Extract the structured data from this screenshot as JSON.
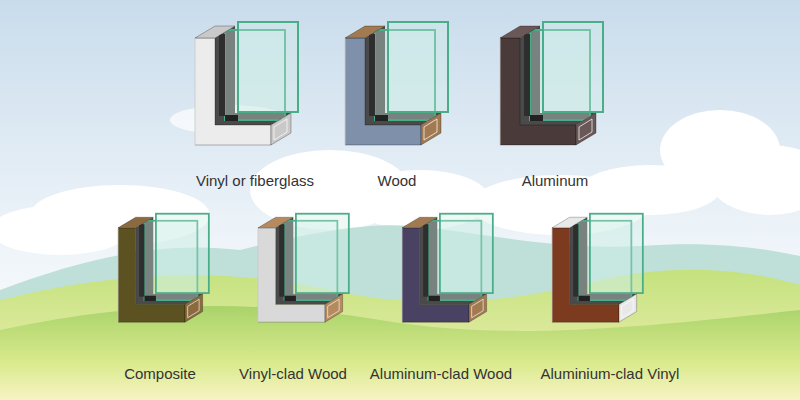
{
  "diagram": {
    "labels": [
      "Vinyl or fiberglass",
      "Wood",
      "Aluminum",
      "Composite",
      "Vinyl-clad Wood",
      "Aluminum-clad Wood",
      "Aluminium-clad Vinyl"
    ]
  }
}
